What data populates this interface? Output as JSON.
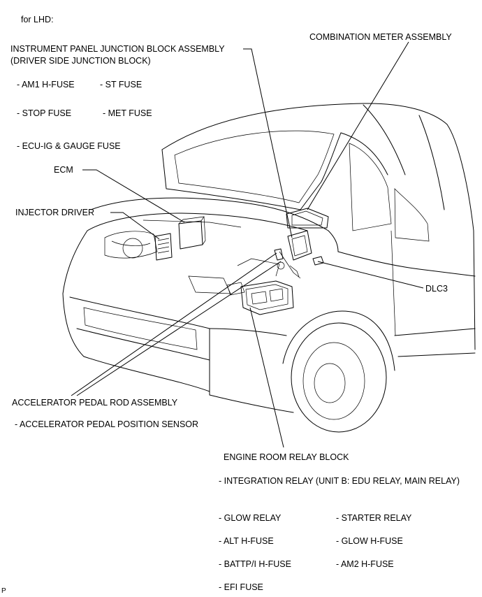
{
  "header": "for LHD:",
  "labels": {
    "instrument_panel_jb": "INSTRUMENT PANEL JUNCTION BLOCK ASSEMBLY",
    "driver_side_jb": "(DRIVER SIDE JUNCTION BLOCK)",
    "am1_fuse": "- AM1 H-FUSE",
    "st_fuse": "- ST FUSE",
    "stop_fuse": "- STOP FUSE",
    "met_fuse": "- MET FUSE",
    "ecu_ig_fuse": "- ECU-IG & GAUGE FUSE",
    "ecm": "ECM",
    "injector_driver": "INJECTOR DRIVER",
    "combination_meter": "COMBINATION METER ASSEMBLY",
    "dlc3": "DLC3",
    "accel_rod": "ACCELERATOR PEDAL ROD ASSEMBLY",
    "accel_sensor": "- ACCELERATOR PEDAL POSITION SENSOR",
    "engine_room_rb": "ENGINE ROOM RELAY BLOCK",
    "integration_relay": "- INTEGRATION RELAY (UNIT B: EDU RELAY, MAIN RELAY)",
    "glow_relay": "- GLOW RELAY",
    "starter_relay": "- STARTER RELAY",
    "alt_fuse": "- ALT H-FUSE",
    "glow_fuse": "- GLOW H-FUSE",
    "battp_fuse": "- BATTP/I H-FUSE",
    "am2_fuse": "- AM2 H-FUSE",
    "efi_fuse": "- EFI FUSE"
  },
  "footer_mark": "P"
}
